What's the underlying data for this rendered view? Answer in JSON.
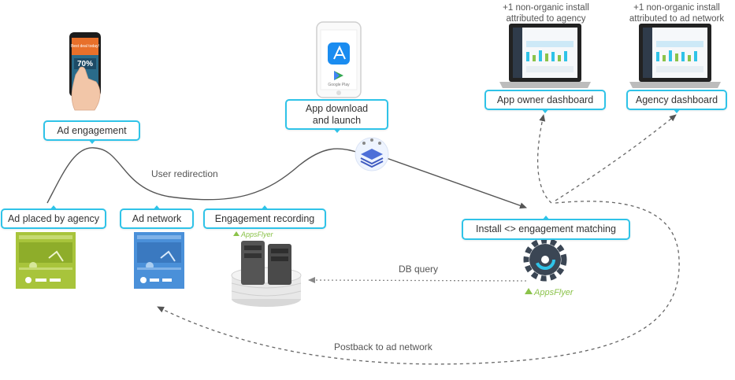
{
  "nodes": {
    "ad_engagement": "Ad engagement",
    "app_download": "App download\nand launch",
    "app_owner_dashboard": "App owner dashboard",
    "agency_dashboard": "Agency dashboard",
    "ad_placed_by_agency": "Ad placed by agency",
    "ad_network": "Ad network",
    "engagement_recording": "Engagement recording",
    "install_matching": "Install <> engagement matching"
  },
  "captions": {
    "agency_install": "+1 non-organic install\nattributed to agency",
    "network_install": "+1 non-organic install\nattributed to ad network"
  },
  "edge_labels": {
    "user_redirection": "User redirection",
    "db_query": "DB query",
    "postback": "Postback to ad network"
  },
  "phone_ad": {
    "banner": "Best deal today!",
    "discount": "70%"
  },
  "store_phone": {
    "play_label": "Google Play"
  },
  "brand": {
    "name": "AppsFlyer"
  },
  "icons": [
    "hand-phone-icon",
    "app-store-icon",
    "google-play-icon",
    "sdk-layers-icon",
    "laptop-dashboard-icon",
    "web-ad-icon",
    "server-database-icon",
    "appsflyer-gear-icon"
  ],
  "colors": {
    "accent": "#2fc3e8",
    "agency_green": "#a8c43b",
    "network_blue": "#4a90d9",
    "appsflyer_green": "#8bc34a",
    "arrow": "#555555"
  }
}
